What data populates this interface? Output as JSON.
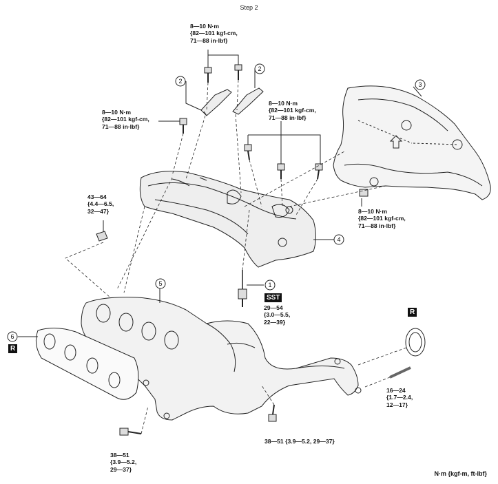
{
  "step_title": "Step 2",
  "callouts": [
    "1",
    "2",
    "2",
    "3",
    "4",
    "5",
    "6"
  ],
  "badges": {
    "r": "R",
    "sst": "SST"
  },
  "torques": {
    "t_top": "8—10 N·m\n{82—101 kgf-cm,\n71—88 in·lbf}",
    "t_left": "8—10 N·m\n{82—101 kgf-cm,\n71—88 in·lbf}",
    "t_mid": "8—10 N·m\n{82—101 kgf-cm,\n71—88 in·lbf}",
    "t_right": "8—10 N·m\n{82—101 kgf-cm,\n71—88 in·lbf}",
    "t_nut": "43—64\n{4.4—6.5,\n32—47}",
    "t_sensor": "29—54\n{3.0—5.5,\n22—39}",
    "t_stud": "16—24\n{1.7—2.4,\n12—17}",
    "t_bolt_bottom_mid": "38—51 {3.9—5.2, 29—37}",
    "t_bolt_bottom_left": "38—51\n{3.9—5.2,\n29—37}"
  },
  "unit_note": "N·m {kgf-m, ft-lbf}"
}
